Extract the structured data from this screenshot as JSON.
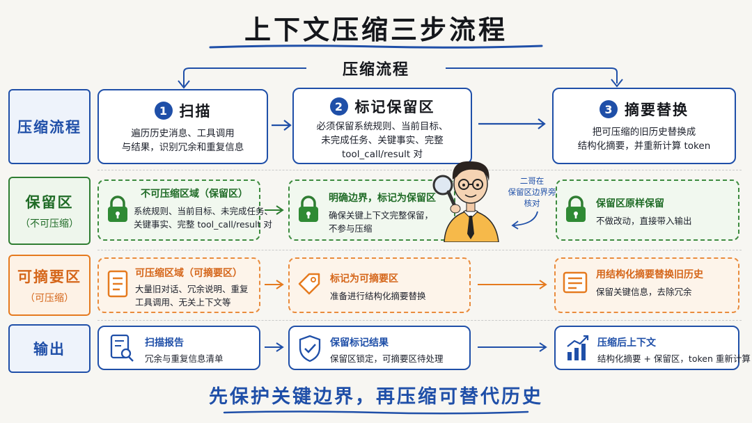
{
  "title": "上下文压缩三步流程",
  "flow_label": "压缩流程",
  "rows": {
    "flow": {
      "label": "压缩流程"
    },
    "keep": {
      "label": "保留区",
      "sub": "（不可压缩）"
    },
    "summ": {
      "label": "可摘要区",
      "sub": "（可压缩）"
    },
    "out": {
      "label": "输出"
    }
  },
  "steps": [
    {
      "num": "1",
      "title": "扫描",
      "desc": [
        "遍历历史消息、工具调用",
        "与结果，识别冗余和重复信息"
      ]
    },
    {
      "num": "2",
      "title": "标记保留区",
      "desc": [
        "必须保留系统规则、当前目标、",
        "未完成任务、关键事实、完整",
        "tool_call/result 对"
      ]
    },
    {
      "num": "3",
      "title": "摘要替换",
      "desc": [
        "把可压缩的旧历史替换成",
        "结构化摘要，并重新计算 token"
      ]
    }
  ],
  "keep_cards": [
    {
      "title": "不可压缩区域（保留区）",
      "desc": [
        "系统规则、当前目标、未完成任务、",
        "关键事实、完整 tool_call/result 对"
      ],
      "icon": "lock-icon"
    },
    {
      "title": "明确边界，标记为保留区",
      "desc": [
        "确保关键上下文完整保留，",
        "不参与压缩"
      ],
      "icon": "lock-icon"
    },
    {
      "title": "保留区原样保留",
      "desc": [
        "不做改动，直接带入输出"
      ],
      "icon": "lock-icon"
    }
  ],
  "summ_cards": [
    {
      "title": "可压缩区域（可摘要区）",
      "desc": [
        "大量旧对话、冗余说明、重复",
        "工具调用、无关上下文等"
      ],
      "icon": "document-icon"
    },
    {
      "title": "标记为可摘要区",
      "desc": [
        "准备进行结构化摘要替换"
      ],
      "icon": "tag-icon"
    },
    {
      "title": "用结构化摘要替换旧历史",
      "desc": [
        "保留关键信息，去除冗余"
      ],
      "icon": "summary-doc-icon"
    }
  ],
  "out_cards": [
    {
      "title": "扫描报告",
      "desc": [
        "冗余与重复信息清单"
      ],
      "icon": "report-search-icon"
    },
    {
      "title": "保留标记结果",
      "desc": [
        "保留区锁定，可摘要区待处理"
      ],
      "icon": "shield-check-icon"
    },
    {
      "title": "压缩后上下文",
      "desc": [
        "结构化摘要 + 保留区，token 重新计算"
      ],
      "icon": "bar-chart-icon"
    }
  ],
  "note": [
    "二哥在",
    "保留区边界旁",
    "核对"
  ],
  "footer": "先保护关键边界，再压缩可替代历史",
  "colors": {
    "blue": "#1f4fa8",
    "green": "#2f7d32",
    "orange": "#e57a1f"
  }
}
